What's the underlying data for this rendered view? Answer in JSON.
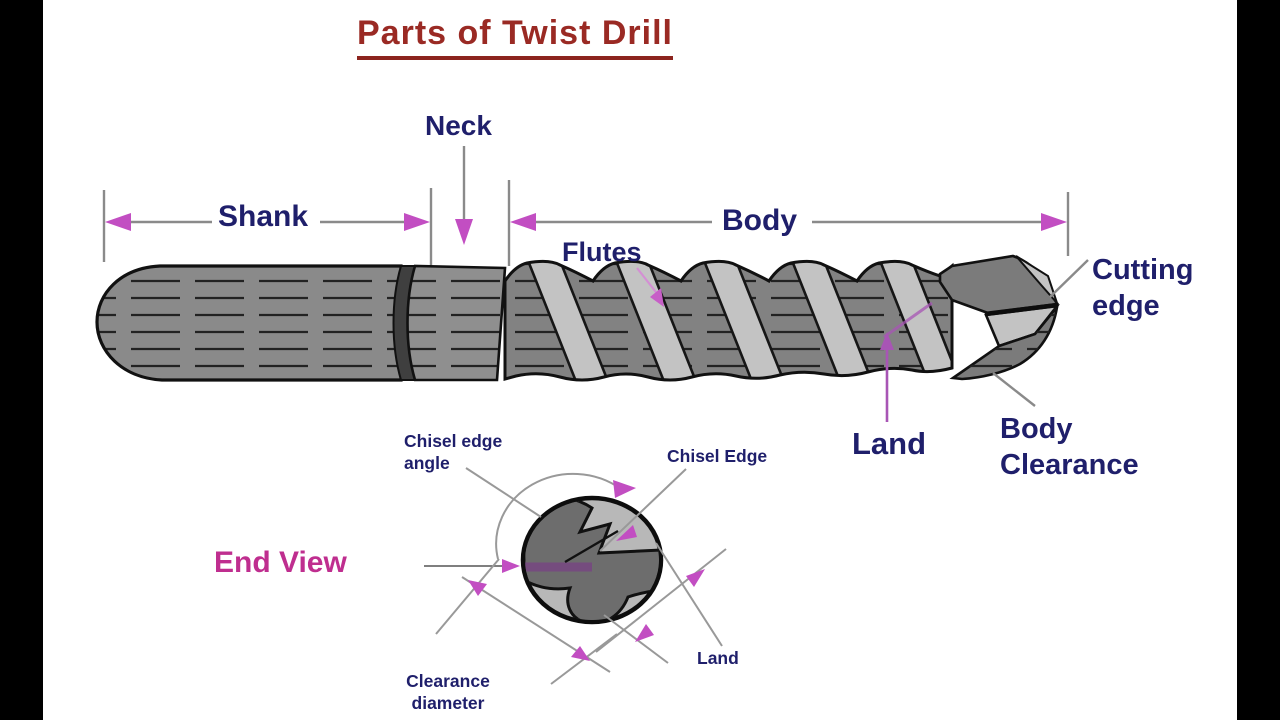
{
  "title": {
    "text": "Parts of Twist Drill"
  },
  "side_view": {
    "neck_label": "Neck",
    "shank_label": "Shank",
    "body_label": "Body",
    "flutes_label": "Flutes",
    "cutting_edge_line1": "Cutting",
    "cutting_edge_line2": "edge",
    "land_label": "Land",
    "body_clearance_line1": "Body",
    "body_clearance_line2": "Clearance"
  },
  "end_view": {
    "heading": "End View",
    "chisel_edge_angle_line1": "Chisel edge",
    "chisel_edge_angle_line2": "angle",
    "chisel_edge_label": "Chisel Edge",
    "land_label": "Land",
    "clearance_diameter_line1": "Clearance",
    "clearance_diameter_line2": "diameter"
  },
  "colors": {
    "title_red": "#9a2a24",
    "label_navy": "#1f1f6b",
    "end_view_magenta": "#bf2e8f",
    "arrow_magenta": "#c24ec2",
    "leader_purple": "#a855b5",
    "dim_line_gray": "#8a8a8a",
    "drill_dark_gray": "#7b7b7b",
    "drill_light_gray": "#c3c3c3"
  }
}
